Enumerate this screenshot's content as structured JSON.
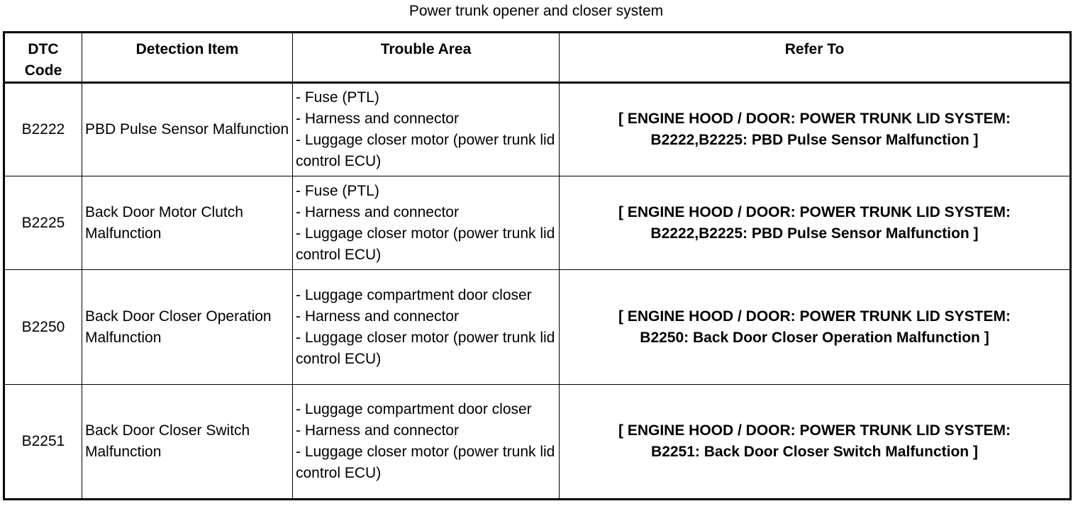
{
  "caption": "Power trunk opener and closer system",
  "table": {
    "headers": {
      "code_line1": "DTC",
      "code_line2": "Code",
      "detection": "Detection Item",
      "trouble": "Trouble Area",
      "refer": "Refer To"
    },
    "rows": [
      {
        "code": "B2222",
        "detection": "PBD Pulse Sensor Malfunction",
        "trouble": "- Fuse (PTL)\n- Harness and connector\n- Luggage closer motor (power trunk lid control ECU)",
        "refer_line1": "[ ENGINE HOOD / DOOR: POWER TRUNK LID SYSTEM:",
        "refer_line2": "B2222,B2225: PBD Pulse Sensor Malfunction ]"
      },
      {
        "code": "B2225",
        "detection": "Back Door Motor Clutch Malfunction",
        "trouble": "- Fuse (PTL)\n- Harness and connector\n- Luggage closer motor (power trunk lid control ECU)",
        "refer_line1": "[ ENGINE HOOD / DOOR: POWER TRUNK LID SYSTEM:",
        "refer_line2": "B2222,B2225: PBD Pulse Sensor Malfunction ]"
      },
      {
        "code": "B2250",
        "detection": "Back Door Closer Operation Malfunction",
        "trouble": "- Luggage compartment door closer\n- Harness and connector\n- Luggage closer motor (power trunk lid control ECU)",
        "refer_line1": "[ ENGINE HOOD / DOOR: POWER TRUNK LID SYSTEM:",
        "refer_line2": "B2250: Back Door Closer Operation Malfunction ]"
      },
      {
        "code": "B2251",
        "detection": "Back Door Closer Switch Malfunction",
        "trouble": "- Luggage compartment door closer\n- Harness and connector\n- Luggage closer motor (power trunk lid control ECU)",
        "refer_line1": "[ ENGINE HOOD / DOOR: POWER TRUNK LID SYSTEM:",
        "refer_line2": "B2251: Back Door Closer Switch Malfunction ]"
      }
    ]
  }
}
